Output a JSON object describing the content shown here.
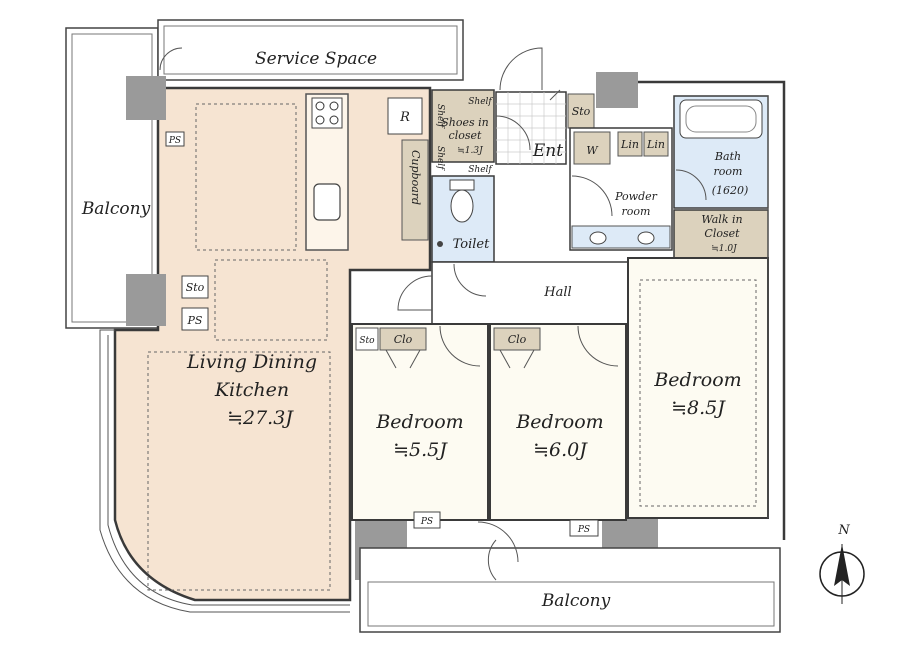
{
  "rooms": {
    "service_space": "Service Space",
    "balcony_west": "Balcony",
    "balcony_south": "Balcony",
    "ldk_line1": "Living Dining",
    "ldk_line2": "Kitchen",
    "ldk_area": "≒27.3J",
    "bedroom1_name": "Bedroom",
    "bedroom1_area": "≒5.5J",
    "bedroom2_name": "Bedroom",
    "bedroom2_area": "≒6.0J",
    "bedroom3_name": "Bedroom",
    "bedroom3_area": "≒8.5J",
    "hall": "Hall",
    "entrance": "Ent",
    "toilet": "Toilet",
    "bath_line1": "Bath",
    "bath_line2": "room",
    "bath_size": "(1620)",
    "powder_line1": "Powder",
    "powder_line2": "room",
    "wic_line1": "Walk in",
    "wic_line2": "Closet",
    "wic_area": "≒1.0J",
    "shoes_line1": "Shoes in",
    "shoes_line2": "closet",
    "shoes_area": "≒1.3J",
    "cupboard": "Cupboard"
  },
  "fixtures": {
    "refrigerator": "R",
    "ps": "PS",
    "sto": "Sto",
    "clo": "Clo",
    "lin": "Lin",
    "washer": "W",
    "shelf": "Shelf"
  },
  "compass": {
    "north": "N"
  },
  "colors": {
    "ldk_floor": "#f6e4d2",
    "wet_area": "#ddeaf7",
    "closet": "#dcd2bd",
    "column": "#9a9a9a",
    "room_floor": "#fdfbf2"
  }
}
